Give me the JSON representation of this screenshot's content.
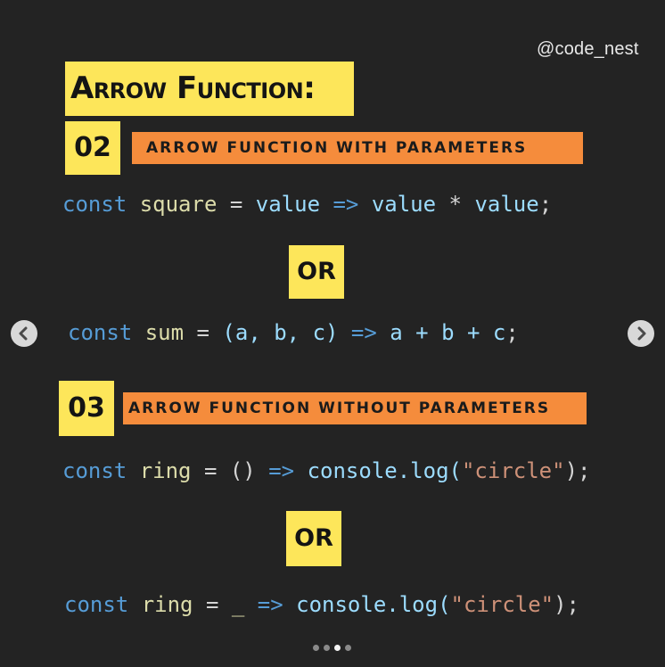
{
  "handle": "@code_nest",
  "title": "Arrow Function:",
  "sections": [
    {
      "number": "02",
      "heading": "ARROW FUNCTION WITH PARAMETERS"
    },
    {
      "number": "03",
      "heading": "ARROW FUNCTION WITHOUT PARAMETERS"
    }
  ],
  "or_label": "OR",
  "code": {
    "line1": {
      "kw": "const",
      "name": "square",
      "eq": "=",
      "param": "value",
      "arrow": "=>",
      "a": "value",
      "op": "*",
      "b": "value",
      "end": ";"
    },
    "line2": {
      "kw": "const",
      "name": "sum",
      "eq": "=",
      "params": "(a, b, c)",
      "arrow": "=>",
      "body": "a + b + c",
      "end": ";"
    },
    "line3": {
      "kw": "const",
      "name": "ring",
      "eq": "=",
      "params": "()",
      "arrow": "=>",
      "obj": "console.log(",
      "str": "\"circle\"",
      "end": ");"
    },
    "line4": {
      "kw": "const",
      "name": "ring",
      "eq": "=",
      "params": "_",
      "arrow": "=>",
      "obj": "console.log(",
      "str": "\"circle\"",
      "end": ");"
    }
  },
  "icons": {
    "prev": "chevron-left-icon",
    "next": "chevron-right-icon"
  },
  "carousel": {
    "total": 4,
    "active_index": 3
  },
  "colors": {
    "yellow": "#fde65a",
    "orange": "#f58c3c",
    "background": "#232323"
  }
}
